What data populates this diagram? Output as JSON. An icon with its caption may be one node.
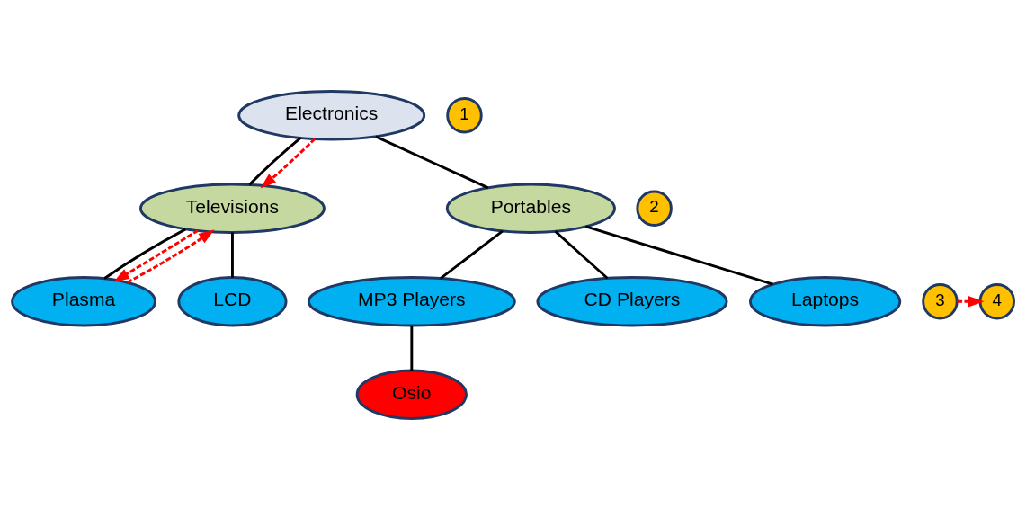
{
  "diagram": {
    "nodes": [
      {
        "text": [
          "Electronics"
        ]
      },
      {
        "text": [
          "Televisions"
        ]
      },
      {
        "text": [
          "Portables"
        ]
      },
      {
        "text": [
          "Plasma"
        ]
      },
      {
        "text": [
          "LCD"
        ]
      },
      {
        "text": [
          "MP3 Players"
        ]
      },
      {
        "text": [
          "CD Players"
        ]
      },
      {
        "text": [
          "Laptops"
        ]
      },
      {
        "text": [
          "Osio"
        ]
      },
      {
        "text": [
          "1"
        ]
      },
      {
        "text": [
          "2"
        ]
      },
      {
        "text": [
          "3"
        ]
      },
      {
        "text": [
          "4"
        ]
      }
    ],
    "edges": [
      {
        "from": 0,
        "to": 1,
        "arrow": "none"
      },
      {
        "from": 0,
        "to": 2,
        "arrow": "none"
      },
      {
        "from": 1,
        "to": 3,
        "arrow": "none"
      },
      {
        "from": 1,
        "to": 4,
        "arrow": "none"
      },
      {
        "from": 2,
        "to": 5,
        "arrow": "none"
      },
      {
        "from": 2,
        "to": 6,
        "arrow": "none"
      },
      {
        "from": 2,
        "to": 7,
        "arrow": "none"
      },
      {
        "from": 5,
        "to": 8,
        "arrow": "none"
      },
      {
        "from": 0,
        "to": 1,
        "arrow": "to",
        "style": "dashed",
        "color": "#ff0000"
      },
      {
        "from": 1,
        "to": 3,
        "arrow": "to",
        "style": "dashed",
        "color": "#ff0000"
      },
      {
        "from": 3,
        "to": 1,
        "arrow": "to",
        "style": "dashed",
        "color": "#ff0000"
      },
      {
        "from": 11,
        "to": 12,
        "arrow": "to",
        "style": "dashed",
        "color": "#ff0000"
      }
    ]
  }
}
